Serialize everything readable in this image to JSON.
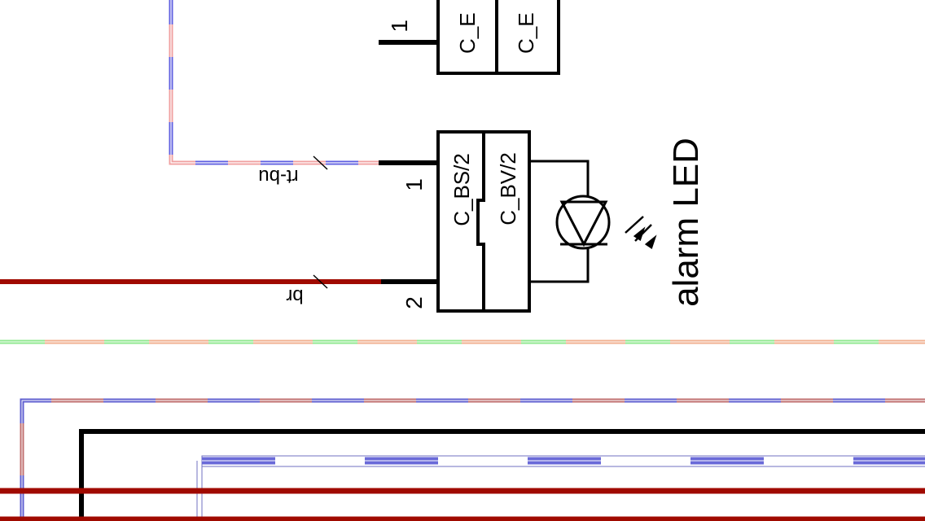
{
  "top_connector": {
    "pin_label": "1",
    "cavity_labels": [
      "C_E",
      "C_E"
    ]
  },
  "wires": {
    "rt_bu_label": "rt-bu",
    "br_label": "br"
  },
  "connector": {
    "pin1_label": "1",
    "pin2_label": "2",
    "left_cavity_label": "C_BS/2",
    "right_cavity_label": "C_BV/2"
  },
  "component": {
    "label": "alarm LED"
  },
  "colors": {
    "wire_red": "#a00a00",
    "wire_black": "#000000",
    "wire_pink": "#f0a0a0",
    "wire_blue": "#6060e0",
    "wire_green": "#90e890",
    "wire_orange": "#f0b090"
  }
}
